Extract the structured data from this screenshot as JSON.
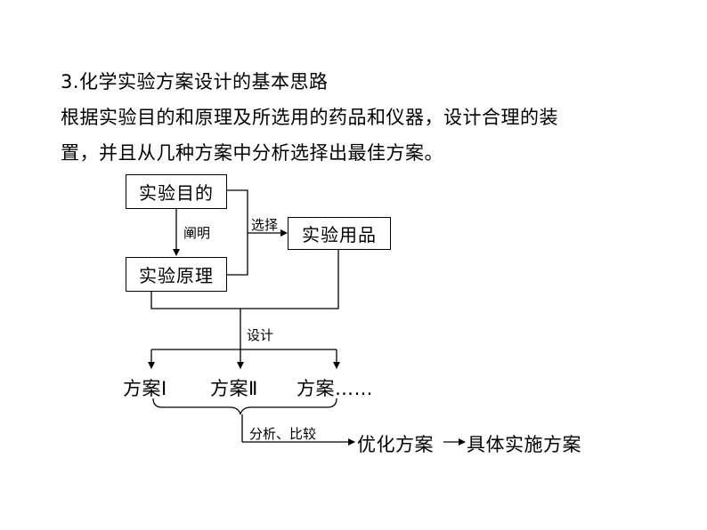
{
  "heading": "3.化学实验方案设计的基本思路",
  "paragraph_line1": "根据实验目的和原理及所选用的药品和仪器，设计合理的装",
  "paragraph_line2": "置，并且从几种方案中分析选择出最佳方案。",
  "diagram": {
    "box_purpose": "实验目的",
    "box_principle": "实验原理",
    "box_materials": "实验用品",
    "label_explain": "阐明",
    "label_select": "选择",
    "label_design": "设计",
    "plan1": "方案Ⅰ",
    "plan2": "方案Ⅱ",
    "plan3": "方案……",
    "label_analyze": "分析、比较",
    "result_optimize": "优化方案",
    "result_implement": "具体实施方案"
  }
}
